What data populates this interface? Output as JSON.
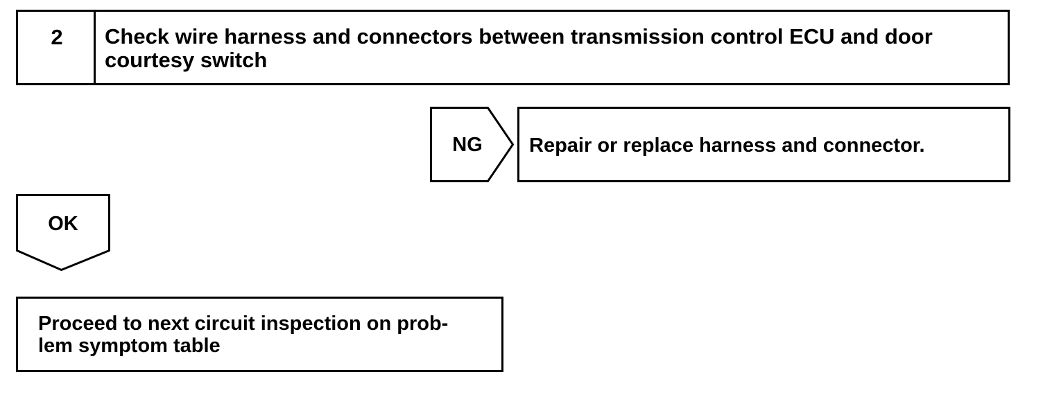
{
  "step": {
    "number": "2",
    "title": "Check wire harness and connectors between transmission control ECU and door courtesy switch"
  },
  "ng_branch": {
    "label": "NG",
    "action": "Repair or replace harness and connector."
  },
  "ok_branch": {
    "label": "OK",
    "action": "Proceed to next circuit inspection on prob-\nlem symptom table"
  }
}
